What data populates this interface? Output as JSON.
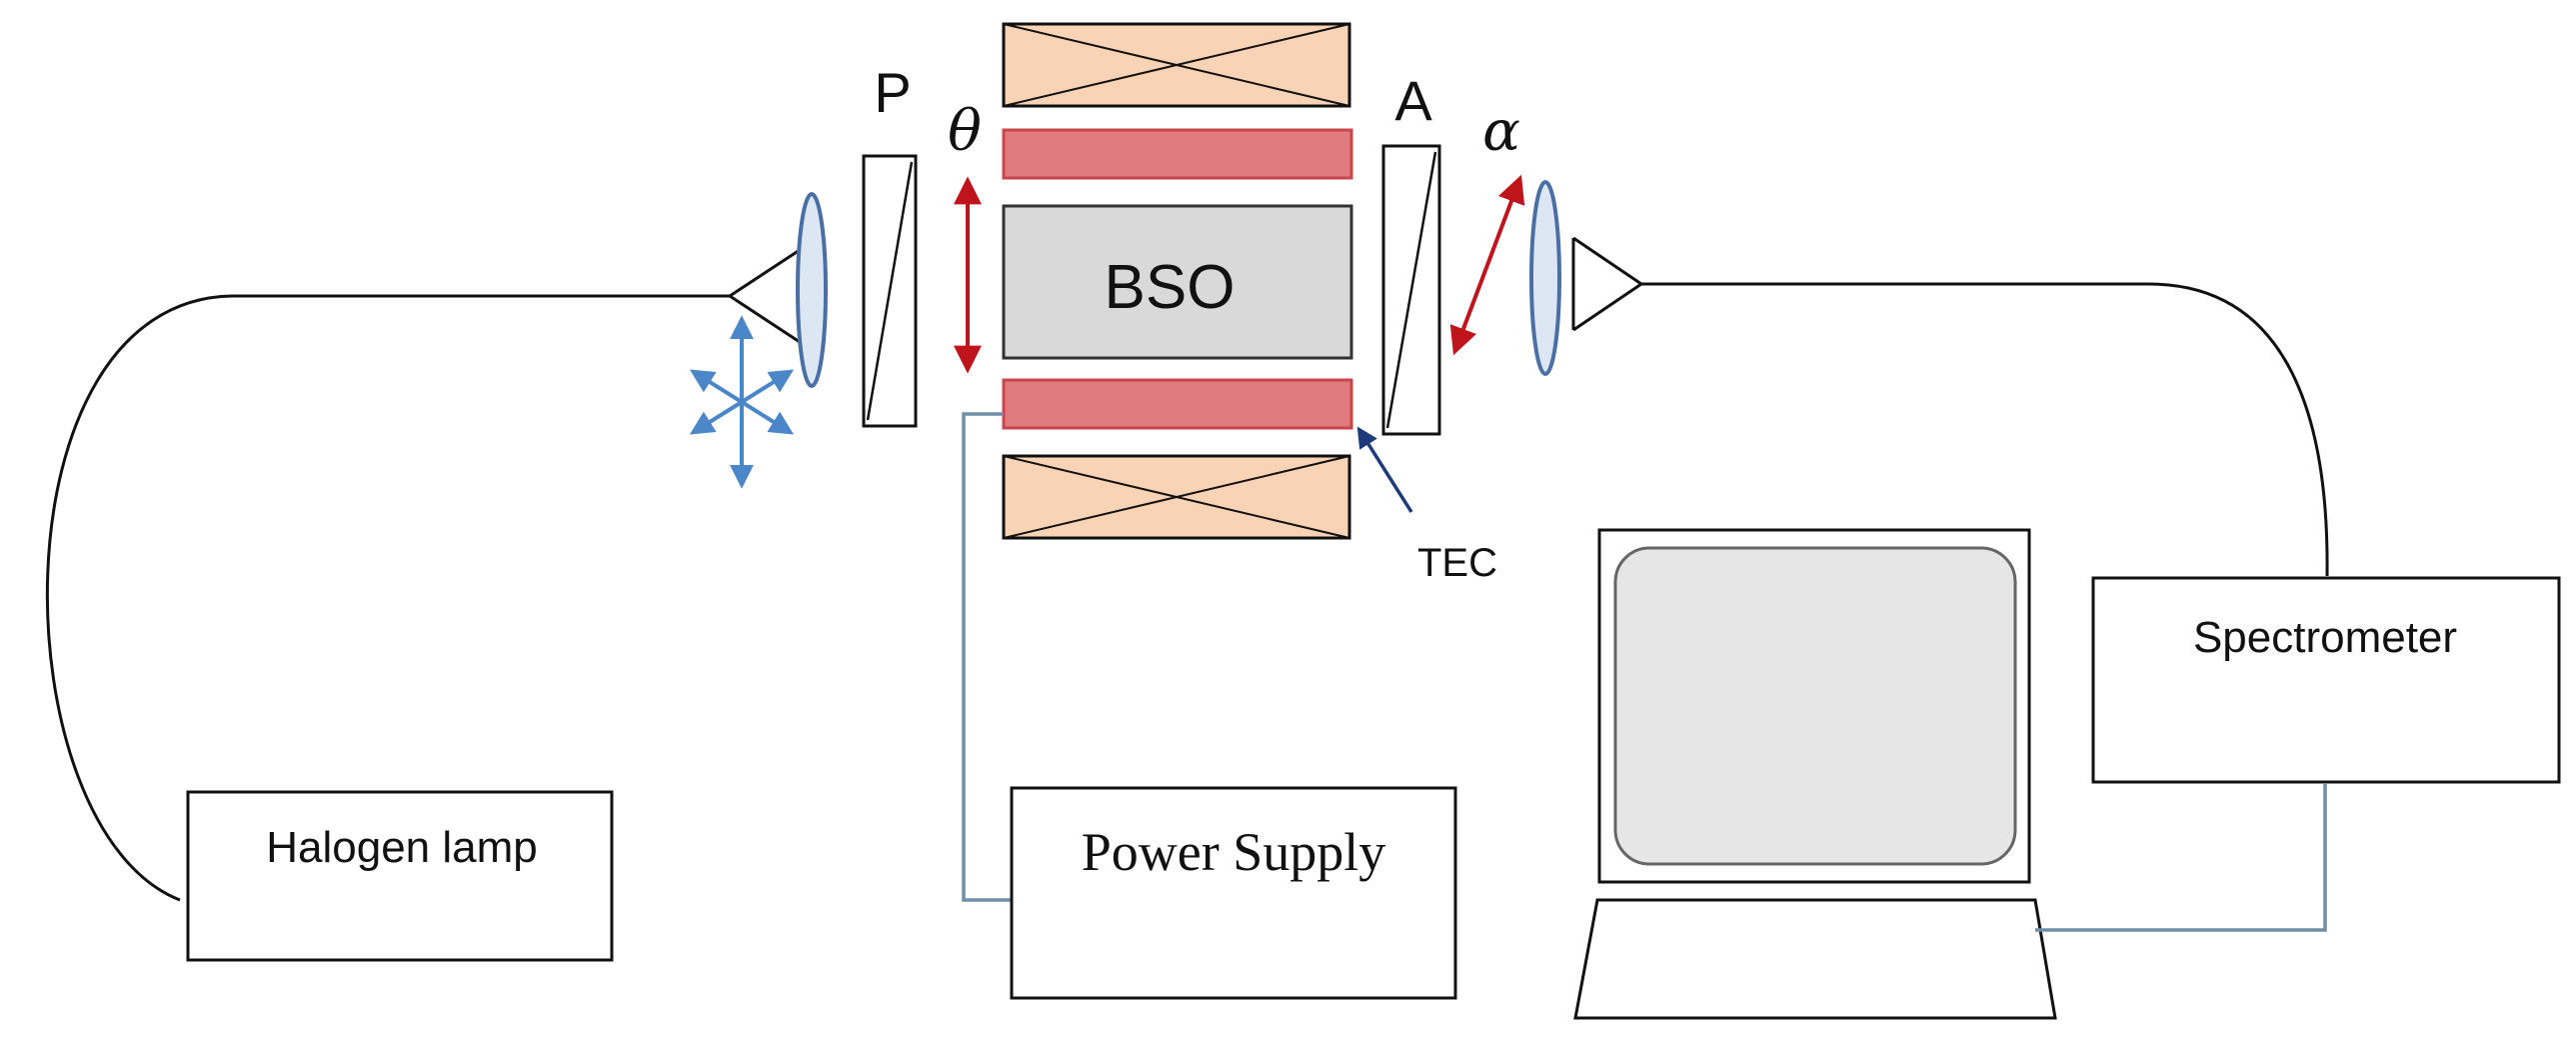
{
  "labels": {
    "polarizer": "P",
    "analyzer": "A",
    "theta": "θ",
    "alpha": "α",
    "crystal": "BSO",
    "tec": "TEC",
    "power_supply": "Power Supply",
    "halogen_lamp": "Halogen lamp",
    "spectrometer": "Spectrometer"
  },
  "colors": {
    "outline": "#111111",
    "magnet_fill": "#f9d3b5",
    "tec_fill": "#e07c7f",
    "tec_stroke": "#c8454c",
    "crystal_fill": "#d9d9d9",
    "lens_stroke": "#4a6fa5",
    "lens_fill": "#dde7f3",
    "arrow_red": "#c0141c",
    "arrow_blue": "#4a86c8",
    "tec_pointer": "#1f3a7a",
    "cable_blue_gray": "#6f8fa8",
    "screen_fill": "#e6e6e6"
  }
}
